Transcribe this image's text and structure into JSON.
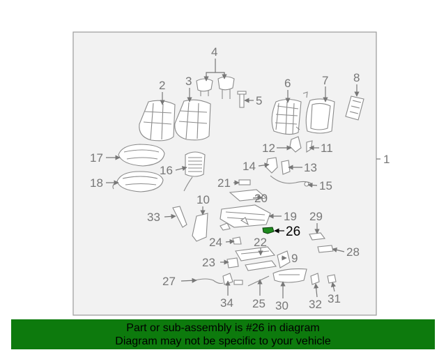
{
  "colors": {
    "panel": "#f2f2f2",
    "panel_border": "#9a9a9a",
    "line_art": "#8a8a8a",
    "label": "#777777",
    "highlight_part": "#1e8a1e",
    "banner": "#0d7a0d"
  },
  "labels": {
    "l1": "1",
    "l2": "2",
    "l3": "3",
    "l4": "4",
    "l5": "5",
    "l6": "6",
    "l7": "7",
    "l8": "8",
    "l9": "9",
    "l10": "10",
    "l11": "11",
    "l12": "12",
    "l13": "13",
    "l14": "14",
    "l15": "15",
    "l16": "16",
    "l17": "17",
    "l18": "18",
    "l19": "19",
    "l20": "20",
    "l21": "21",
    "l22": "22",
    "l23": "23",
    "l24": "24",
    "l25": "25",
    "l26": "26",
    "l27": "27",
    "l28": "28",
    "l29": "29",
    "l30": "30",
    "l31": "31",
    "l32": "32",
    "l33": "33",
    "l34": "34"
  },
  "banner": {
    "line1": "Part or sub-assembly is #26 in diagram",
    "line2": "Diagram may not be specific to your vehicle"
  }
}
